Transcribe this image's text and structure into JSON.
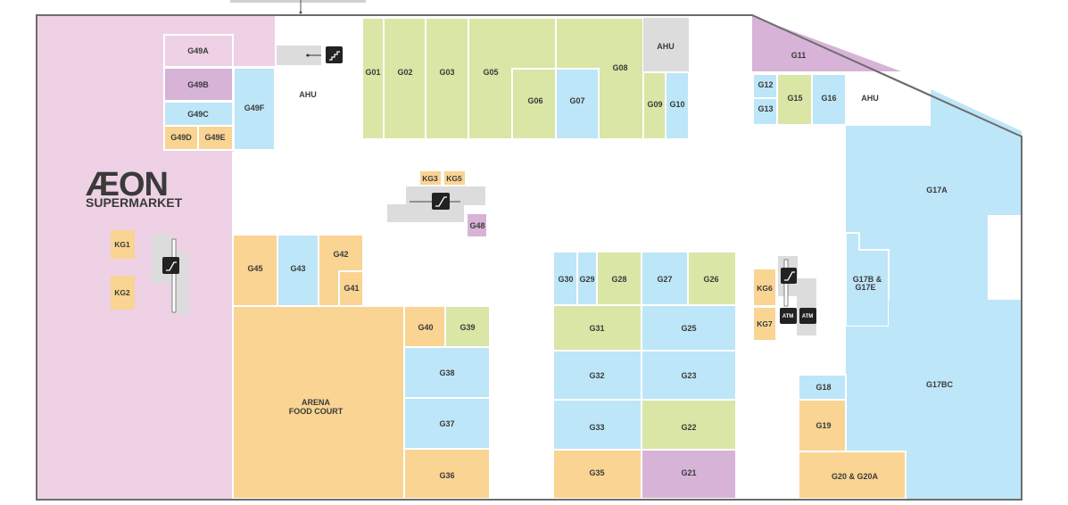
{
  "floor": {
    "colors": {
      "supermarket": "#eed1e4",
      "blue": "#bde6f8",
      "green": "#d9e6a5",
      "orange": "#f9d492",
      "purple": "#d8b3d8",
      "grey": "#dcdcdc",
      "outline": "#6d6d6d",
      "label": "#3a3a3a"
    }
  },
  "brand": {
    "logo": "ÆON",
    "subtitle": "SUPERMARKET"
  },
  "units": {
    "G01": "G01",
    "G02": "G02",
    "G03": "G03",
    "G05": "G05",
    "G06": "G06",
    "G07": "G07",
    "G08": "G08",
    "G09": "G09",
    "G10": "G10",
    "G11": "G11",
    "G12": "G12",
    "G13": "G13",
    "G15": "G15",
    "G16": "G16",
    "G17A": "G17A",
    "G17B_E": "G17B &",
    "G17B_E2": "G17E",
    "G17BC": "G17BC",
    "G18": "G18",
    "G19": "G19",
    "G20": "G20 & G20A",
    "G21": "G21",
    "G22": "G22",
    "G23": "G23",
    "G25": "G25",
    "G26": "G26",
    "G27": "G27",
    "G28": "G28",
    "G29": "G29",
    "G30": "G30",
    "G31": "G31",
    "G32": "G32",
    "G33": "G33",
    "G35": "G35",
    "G36": "G36",
    "G37": "G37",
    "G38": "G38",
    "G39": "G39",
    "G40": "G40",
    "G41": "G41",
    "G42": "G42",
    "G43": "G43",
    "G45": "G45",
    "G48": "G48",
    "G49A": "G49A",
    "G49B": "G49B",
    "G49C": "G49C",
    "G49D": "G49D",
    "G49E": "G49E",
    "G49F": "G49F",
    "arena1": "ARENA",
    "arena2": "FOOD COURT",
    "ahu1": "AHU",
    "ahu2": "AHU",
    "ahu3": "AHU"
  },
  "kiosks": {
    "KG1": "KG1",
    "KG2": "KG2",
    "KG3": "KG3",
    "KG5": "KG5",
    "KG6": "KG6",
    "KG7": "KG7"
  },
  "facilities": {
    "atm": "ATM",
    "escalator_icon": "escalator-icon",
    "stairs_icon": "stairs-icon"
  }
}
